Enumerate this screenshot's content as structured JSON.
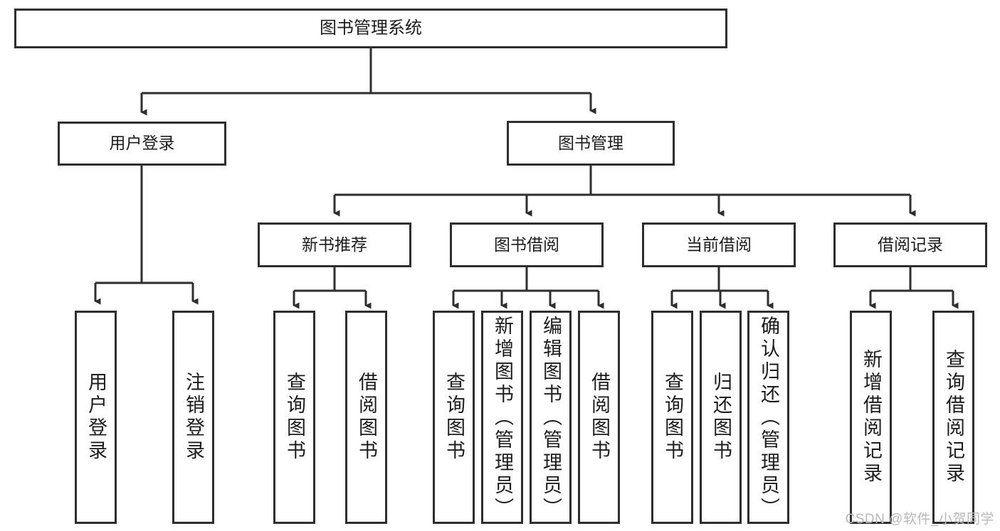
{
  "diagram": {
    "type": "tree",
    "title": "图书管理系统",
    "root": {
      "id": "root",
      "label": "图书管理系统"
    },
    "level1": [
      {
        "id": "user-login",
        "label": "用户登录"
      },
      {
        "id": "book-manage",
        "label": "图书管理"
      }
    ],
    "level2": [
      {
        "id": "new-book-rec",
        "label": "新书推荐",
        "parent": "book-manage"
      },
      {
        "id": "book-borrow",
        "label": "图书借阅",
        "parent": "book-manage"
      },
      {
        "id": "current-borrow",
        "label": "当前借阅",
        "parent": "book-manage"
      },
      {
        "id": "borrow-record",
        "label": "借阅记录",
        "parent": "book-manage"
      }
    ],
    "leaves": [
      {
        "id": "leaf-user-login",
        "label": "用户登录",
        "parent": "user-login"
      },
      {
        "id": "leaf-user-logout",
        "label": "注销登录",
        "parent": "user-login"
      },
      {
        "id": "leaf-rec-query-book",
        "label": "查询图书",
        "parent": "new-book-rec"
      },
      {
        "id": "leaf-rec-borrow-book",
        "label": "借阅图书",
        "parent": "new-book-rec"
      },
      {
        "id": "leaf-borrow-query-book",
        "label": "查询图书",
        "parent": "book-borrow"
      },
      {
        "id": "leaf-borrow-add-book",
        "label": "新增图书（管理员）",
        "parent": "book-borrow"
      },
      {
        "id": "leaf-borrow-edit-book",
        "label": "编辑图书（管理员）",
        "parent": "book-borrow"
      },
      {
        "id": "leaf-borrow-borrow-book",
        "label": "借阅图书",
        "parent": "book-borrow"
      },
      {
        "id": "leaf-current-query-book",
        "label": "查询图书",
        "parent": "current-borrow"
      },
      {
        "id": "leaf-current-return-book",
        "label": "归还图书",
        "parent": "current-borrow"
      },
      {
        "id": "leaf-current-confirm-return",
        "label": "确认归还（管理员）",
        "parent": "current-borrow"
      },
      {
        "id": "leaf-record-add",
        "label": "新增借阅记录",
        "parent": "borrow-record"
      },
      {
        "id": "leaf-record-query",
        "label": "查询借阅记录",
        "parent": "borrow-record"
      }
    ],
    "watermark": "CSDN @软件_小贺同学",
    "colors": {
      "stroke": "#2e2e2e",
      "fill": "#ffffff",
      "text": "#1c1c1c",
      "watermark": "#b9b9b9"
    }
  }
}
